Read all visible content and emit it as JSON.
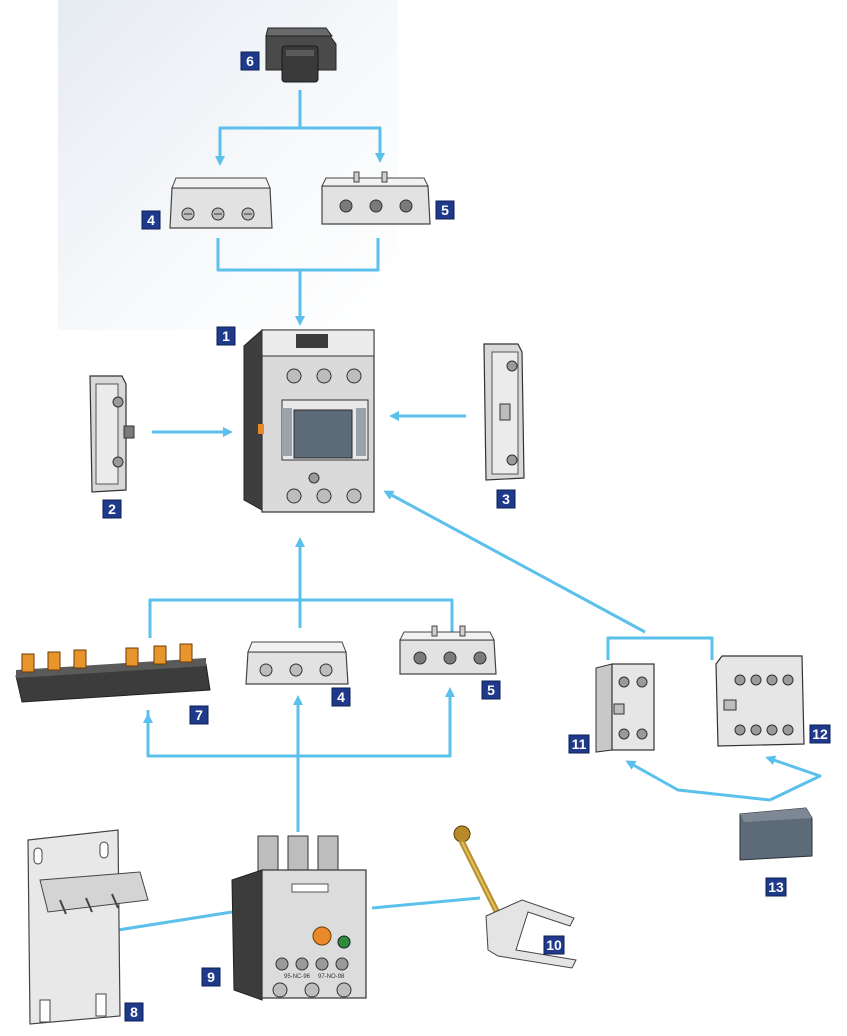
{
  "diagram": {
    "parts": [
      {
        "id": "p1",
        "label": "1"
      },
      {
        "id": "p2",
        "label": "2"
      },
      {
        "id": "p3",
        "label": "3"
      },
      {
        "id": "p4a",
        "label": "4"
      },
      {
        "id": "p5a",
        "label": "5"
      },
      {
        "id": "p6",
        "label": "6"
      },
      {
        "id": "p4b",
        "label": "4"
      },
      {
        "id": "p5b",
        "label": "5"
      },
      {
        "id": "p7",
        "label": "7"
      },
      {
        "id": "p8",
        "label": "8"
      },
      {
        "id": "p9",
        "label": "9"
      },
      {
        "id": "p10",
        "label": "10"
      },
      {
        "id": "p11",
        "label": "11"
      },
      {
        "id": "p12",
        "label": "12"
      },
      {
        "id": "p13",
        "label": "13"
      }
    ],
    "relay_marks": {
      "nc": "95-NC-96",
      "no": "97-NO-98"
    },
    "colors": {
      "connector": "#5bc0eb",
      "badge": "#1f3a8a",
      "device": "#d9d9d9",
      "dark": "#3c3c3c",
      "window": "#5d6b78",
      "orange": "#e8892a",
      "green": "#2e8b3a"
    }
  }
}
